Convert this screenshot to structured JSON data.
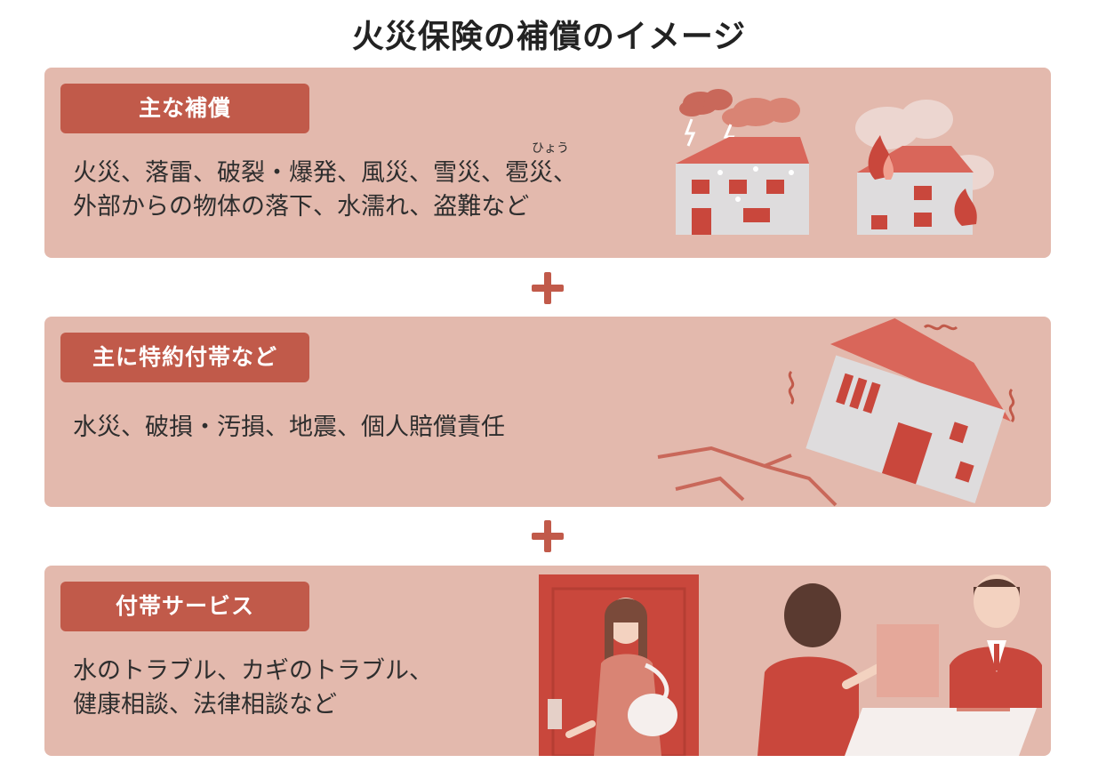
{
  "title": "火災保険の補償のイメージ",
  "colors": {
    "panel_bg": "#e3b9ad",
    "label_bg": "#c15a4a",
    "accent": "#c15a4a"
  },
  "sections": [
    {
      "label": "主な補償",
      "ruby": "ひょう",
      "lines": [
        "火災、落雷、破裂・爆発、風災、雪災、雹災、",
        "外部からの物体の落下、水濡れ、盗難など"
      ],
      "icon": "storm-and-fire-houses-illustration"
    },
    {
      "label": "主に特約付帯など",
      "lines": [
        "水災、破損・汚損、地震、個人賠償責任"
      ],
      "icon": "earthquake-house-illustration"
    },
    {
      "label": "付帯サービス",
      "lines": [
        "水のトラブル、カギのトラブル、",
        "健康相談、法律相談など"
      ],
      "icon": "services-people-illustration"
    }
  ],
  "plus_icon": "plus-icon"
}
